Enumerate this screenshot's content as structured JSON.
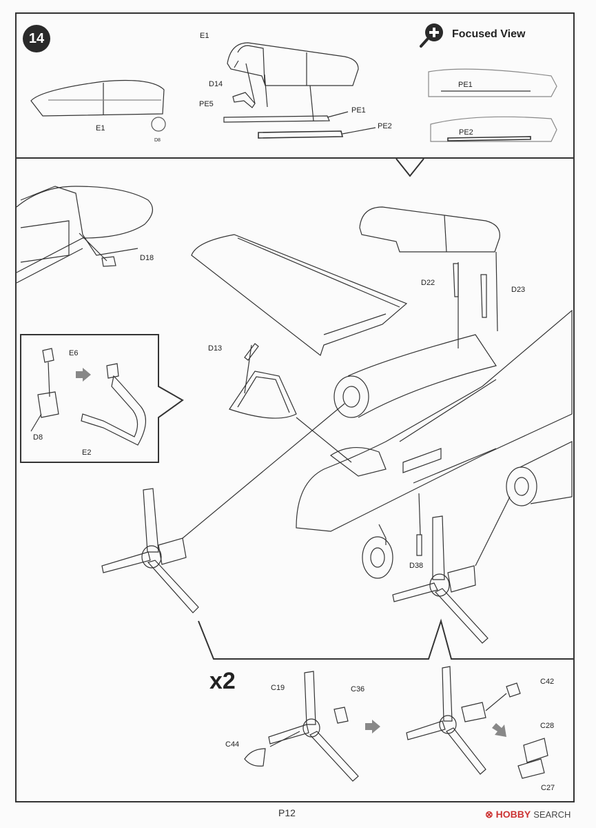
{
  "step": {
    "number": "14"
  },
  "focused_view": {
    "title": "Focused View",
    "icon": "magnifier-plus-icon"
  },
  "top_labels": {
    "E1_left": "E1",
    "E1_center": "E1",
    "D14": "D14",
    "PE5": "PE5",
    "PE1": "PE1",
    "PE2": "PE2",
    "focus_PE1": "PE1",
    "focus_PE2": "PE2",
    "D8_small": "D8"
  },
  "main_labels": {
    "D18": "D18",
    "D22": "D22",
    "D23": "D23",
    "D13": "D13",
    "D38": "D38"
  },
  "inset_labels": {
    "E6": "E6",
    "D8": "D8",
    "E2": "E2"
  },
  "prop_labels": {
    "multiplier": "x2",
    "C19": "C19",
    "C36": "C36",
    "C44": "C44",
    "C42": "C42",
    "C28": "C28",
    "C27": "C27"
  },
  "footer": {
    "page": "P12",
    "watermark_logo": "⊗ HOBBY",
    "watermark_text": "SEARCH"
  }
}
